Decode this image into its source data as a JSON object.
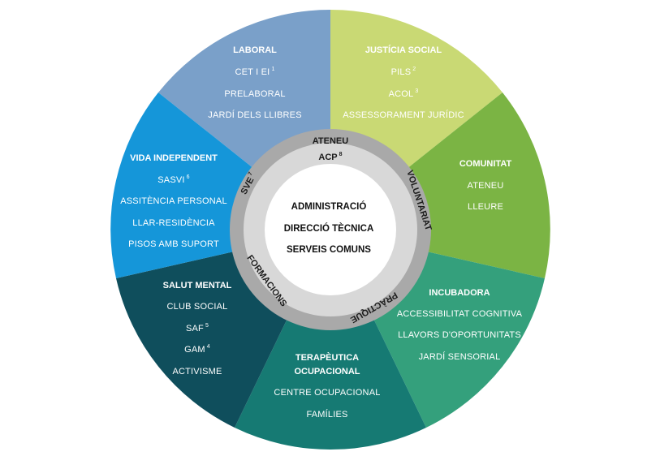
{
  "colors": {
    "laboral": "#7aa0c9",
    "justicia_social": "#c9d974",
    "comunitat": "#7bb444",
    "incubadora": "#34a07c",
    "terapeutica": "#167a73",
    "salut_mental": "#0f4e5c",
    "vida_independent": "#1596d9",
    "ring_outer": "#a9a9a9",
    "ring_inner": "#d8d8d8",
    "core": "#ffffff"
  },
  "segments": {
    "laboral": {
      "title": "LABORAL",
      "items": [
        {
          "text": "CET I EI",
          "sup": "1"
        },
        {
          "text": "PRELABORAL",
          "sup": ""
        },
        {
          "text": "JARDÍ DELS LLIBRES",
          "sup": ""
        }
      ]
    },
    "justicia_social": {
      "title": "JUSTÍCIA SOCIAL",
      "items": [
        {
          "text": "PILS",
          "sup": "2"
        },
        {
          "text": "ACOL",
          "sup": "3"
        },
        {
          "text": "ASSESSORAMENT JURÍDIC",
          "sup": ""
        }
      ]
    },
    "comunitat": {
      "title": "COMUNITAT",
      "items": [
        {
          "text": "ATENEU",
          "sup": ""
        },
        {
          "text": "LLEURE",
          "sup": ""
        }
      ]
    },
    "incubadora": {
      "title": "INCUBADORA",
      "items": [
        {
          "text": "ACCESSIBILITAT COGNITIVA",
          "sup": ""
        },
        {
          "text": "LLAVORS D'OPORTUNITATS",
          "sup": ""
        },
        {
          "text": "JARDÍ SENSORIAL",
          "sup": ""
        }
      ]
    },
    "terapeutica": {
      "title_line1": "TERAPÈUTICA",
      "title_line2": "OCUPACIONAL",
      "items": [
        {
          "text": "CENTRE OCUPACIONAL",
          "sup": ""
        },
        {
          "text": "FAMÍLIES",
          "sup": ""
        }
      ]
    },
    "salut_mental": {
      "title": "SALUT MENTAL",
      "items": [
        {
          "text": "CLUB SOCIAL",
          "sup": ""
        },
        {
          "text": "SAF",
          "sup": "5"
        },
        {
          "text": "GAM",
          "sup": "4"
        },
        {
          "text": "ACTIVISME",
          "sup": ""
        }
      ]
    },
    "vida_independent": {
      "title": "VIDA INDEPENDENT",
      "items": [
        {
          "text": "SASVI",
          "sup": "6"
        },
        {
          "text": "ASSITÈNCIA PERSONAL",
          "sup": ""
        },
        {
          "text": "LLAR-RESIDÈNCIA",
          "sup": ""
        },
        {
          "text": "PISOS AMB SUPORT",
          "sup": ""
        }
      ]
    }
  },
  "ring": {
    "ateneu": "ATENEU",
    "voluntariat": "VOLUNTARIAT",
    "practique": "PRÀCTIQUE",
    "formacions": "FORMACIONS",
    "sve": "SVE",
    "sve_sup": "7",
    "acp": "ACP",
    "acp_sup": "8"
  },
  "core": {
    "line1": "ADMINISTRACIÓ",
    "line2": "DIRECCIÓ TÈCNICA",
    "line3": "SERVEIS COMUNS"
  }
}
